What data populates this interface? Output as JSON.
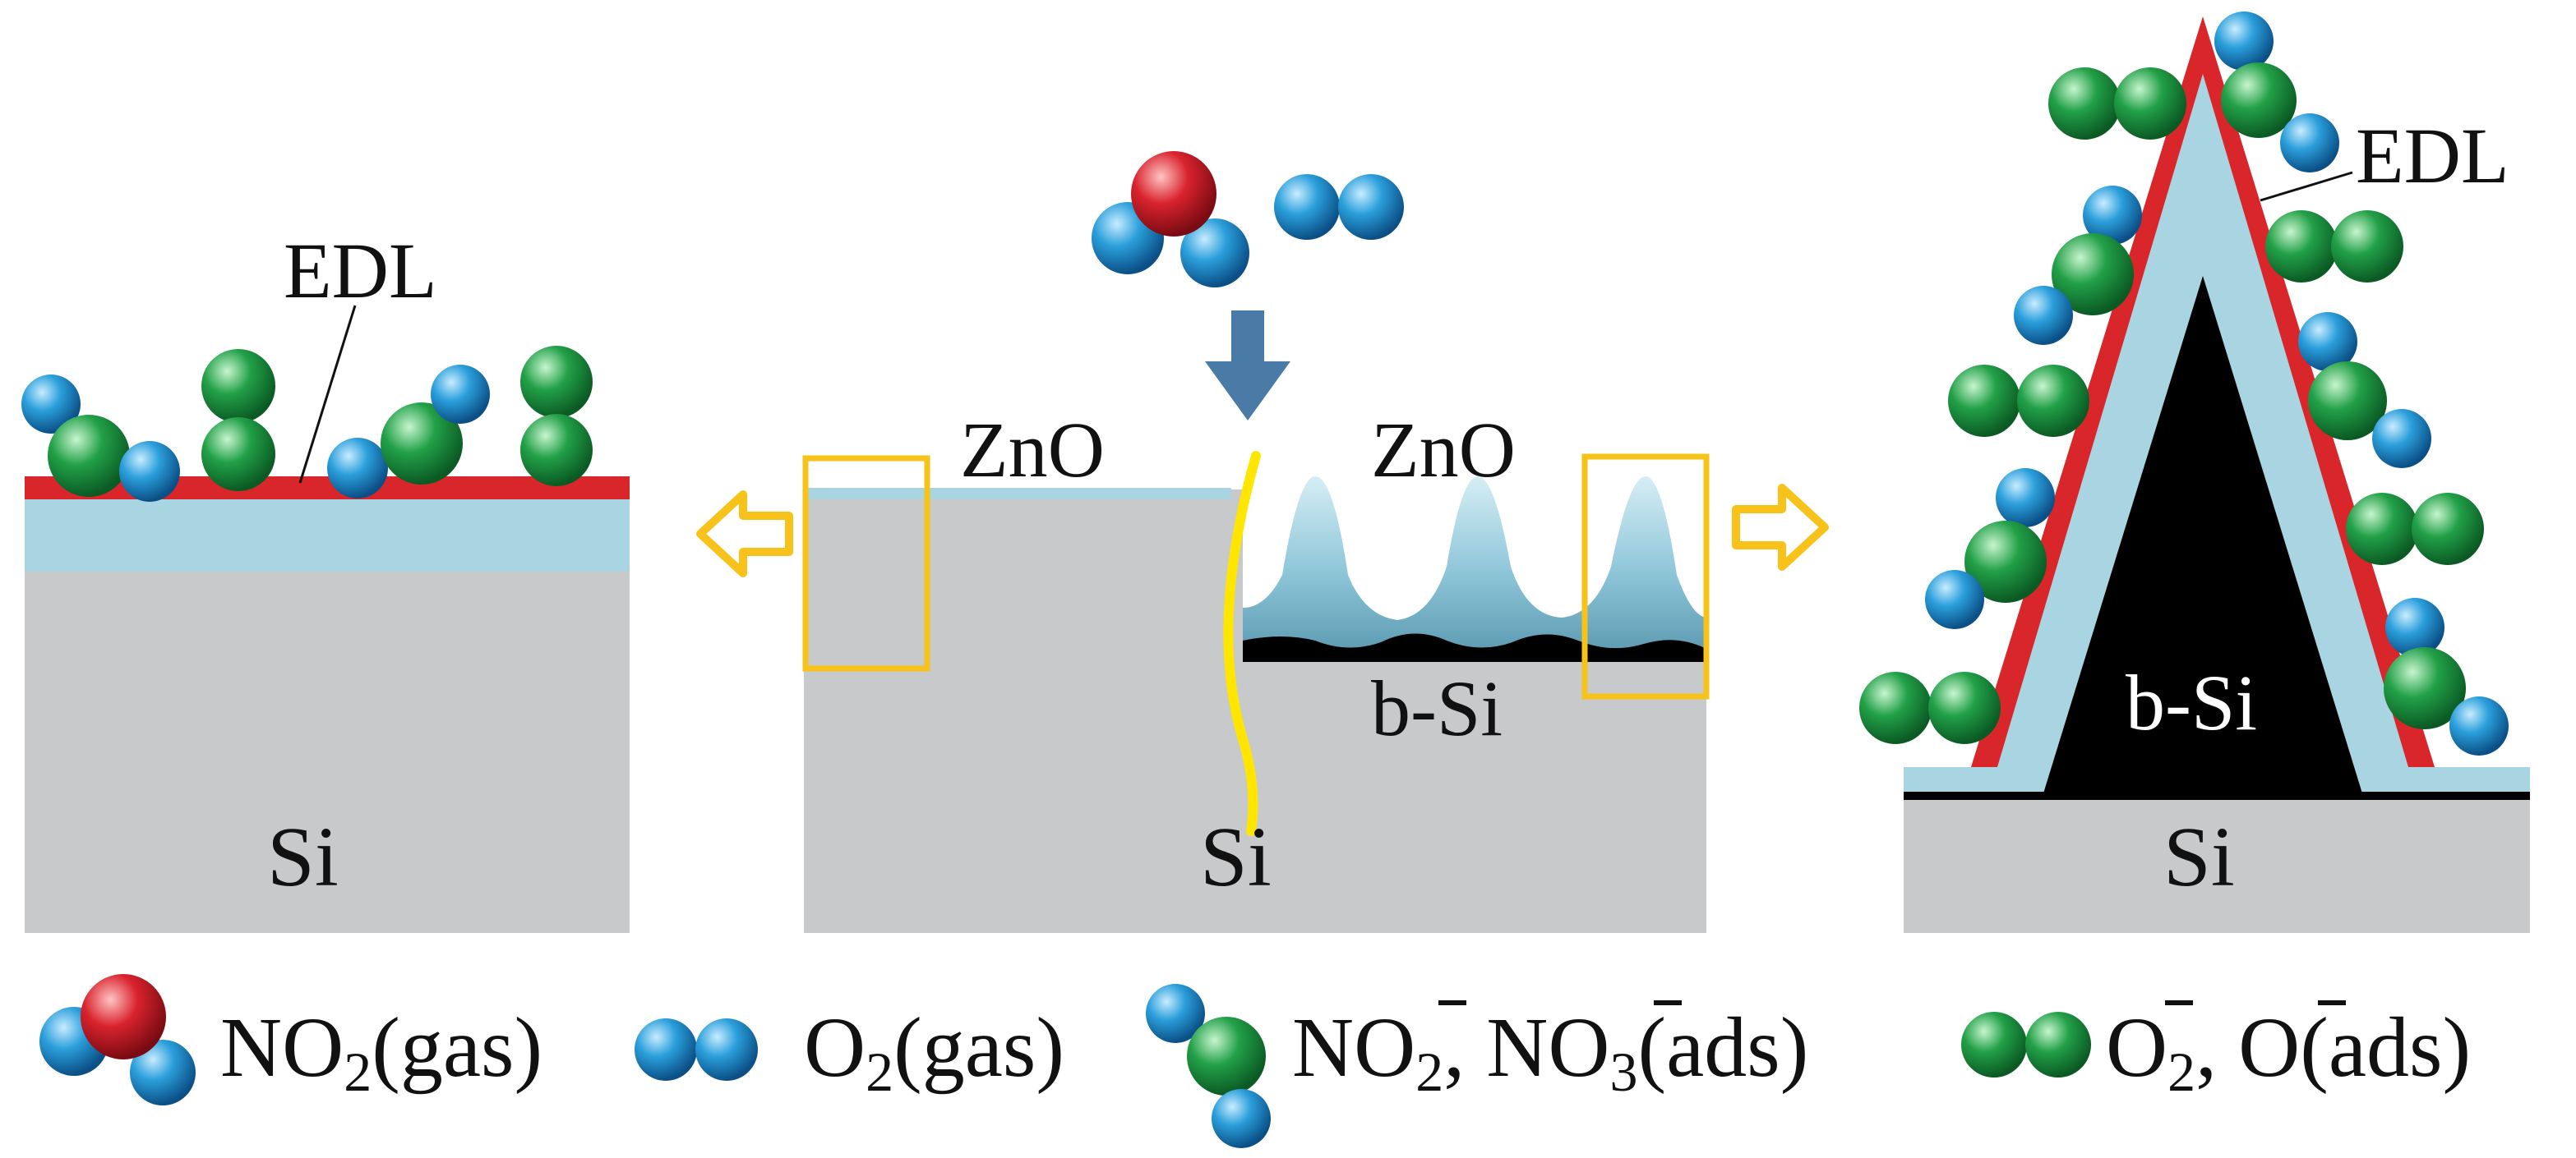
{
  "labels": {
    "edl_left": "EDL",
    "si_left": "Si",
    "zno_flat": "ZnO",
    "zno_textured": "ZnO",
    "bsi_mid": "b-Si",
    "si_mid": "Si",
    "edl_right": "EDL",
    "bsi_right": "b-Si",
    "si_right": "Si"
  },
  "legend": {
    "no2_gas": {
      "main": "NO",
      "sub": "2",
      "tail": "(gas)"
    },
    "o2_gas": {
      "main": "O",
      "sub": "2",
      "tail": "(gas)"
    },
    "nox_ads": {
      "p1": "NO",
      "s1": "2",
      "sep": ", NO",
      "s2": "3",
      "tail": "(ads)"
    },
    "ox_ads": {
      "p1": "O",
      "s1": "2",
      "sep": ", O",
      "tail": "(ads)"
    }
  },
  "colors": {
    "substrate": "#c8c9cb",
    "zno": "#a9d4e2",
    "edl": "#d8262a",
    "bsi": "#000000",
    "highlight_box": "#f7c21a",
    "boundary_line": "#ffe600",
    "arrow_down": "#4a7ba6",
    "oxygen_atom": "#2b9fdb",
    "nitrogen_atom": "#d9232e",
    "adsorbed_oxygen": "#22a048"
  },
  "icons": {
    "down_arrow": "arrow-down-icon",
    "side_arrows": "hollow-arrow-icon"
  }
}
